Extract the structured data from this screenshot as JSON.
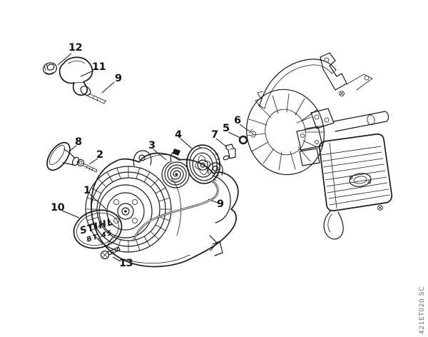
{
  "figure": {
    "type": "exploded-parts-diagram",
    "background": "#ffffff",
    "line_color": "#1a1a1a",
    "doc_code_color": "#6e6e6e"
  },
  "badge": {
    "brand": "STIHL",
    "model": "BT 45"
  },
  "doc_code": "421ET020 SC",
  "callouts": [
    {
      "label": "12"
    },
    {
      "label": "11"
    },
    {
      "label": "9"
    },
    {
      "label": "8"
    },
    {
      "label": "2"
    },
    {
      "label": "1"
    },
    {
      "label": "10"
    },
    {
      "label": "13"
    },
    {
      "label": "3"
    },
    {
      "label": "4"
    },
    {
      "label": "7"
    },
    {
      "label": "5"
    },
    {
      "label": "6"
    },
    {
      "label": "9"
    }
  ]
}
